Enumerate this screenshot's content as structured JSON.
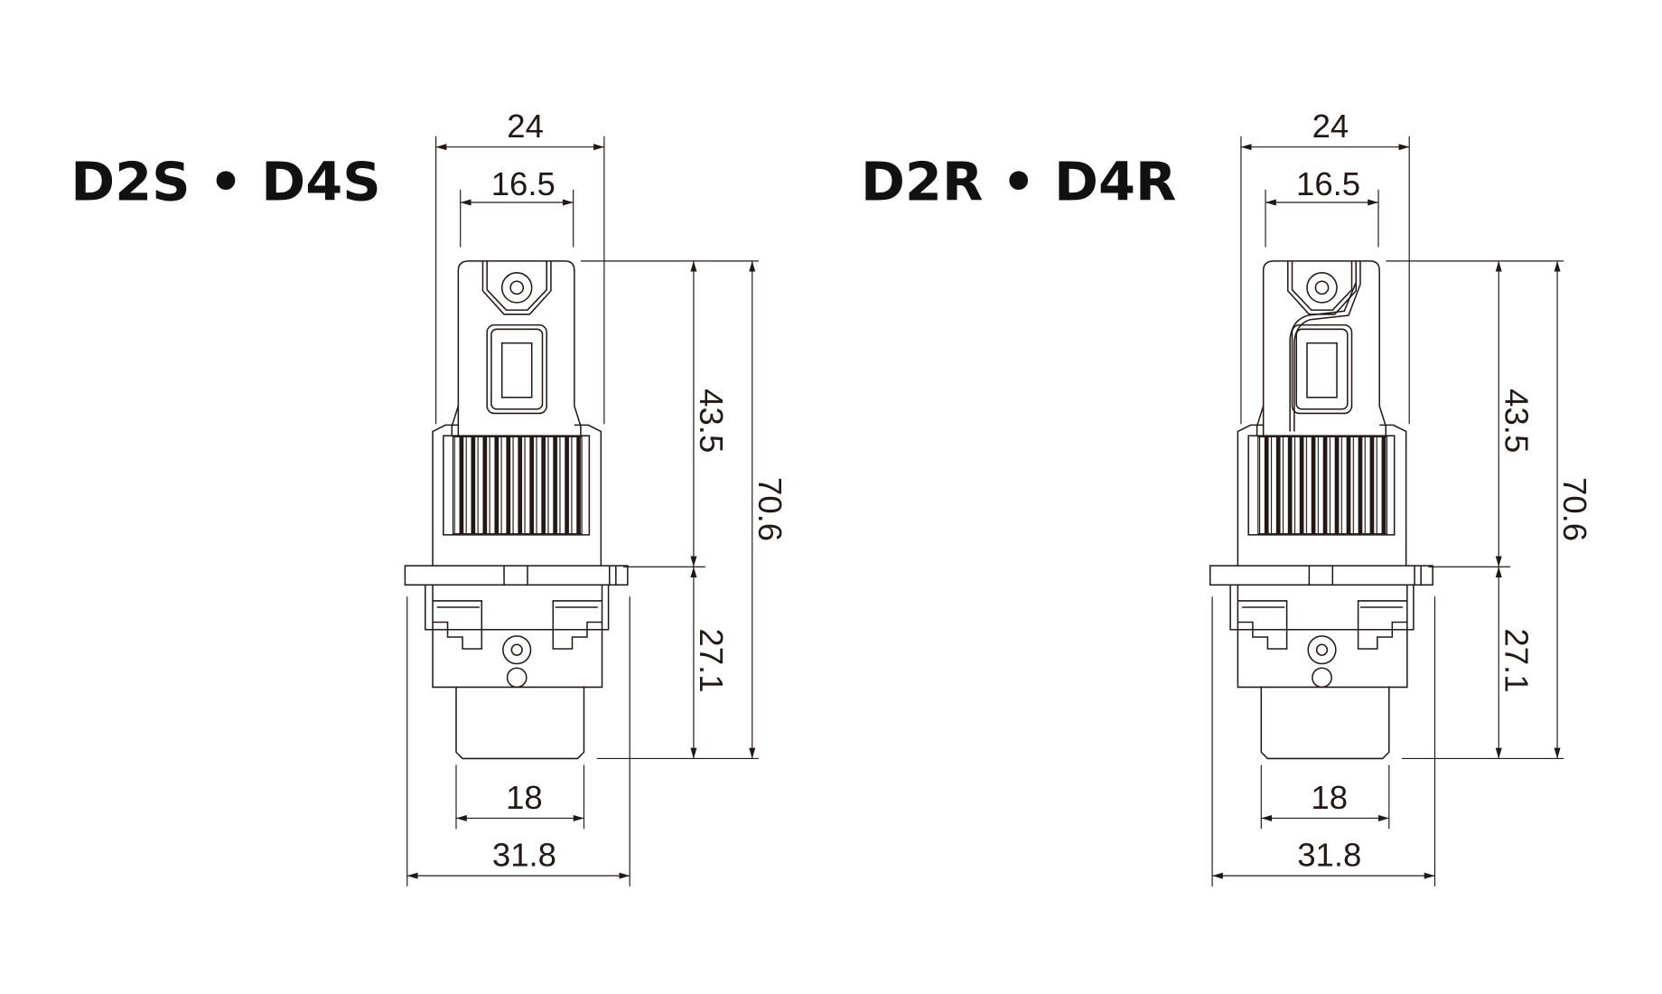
{
  "models": [
    {
      "title": "D2S • D4S",
      "dims": {
        "overall_width": "24",
        "head_width": "16.5",
        "head_height": "43.5",
        "total_height": "70.6",
        "base_height": "27.1",
        "cap_width": "18",
        "flange_width": "31.8"
      }
    },
    {
      "title": "D2R • D4R",
      "dims": {
        "overall_width": "24",
        "head_width": "16.5",
        "head_height": "43.5",
        "total_height": "70.6",
        "base_height": "27.1",
        "cap_width": "18",
        "flange_width": "31.8"
      }
    }
  ],
  "colors": {
    "line": "#231815"
  }
}
